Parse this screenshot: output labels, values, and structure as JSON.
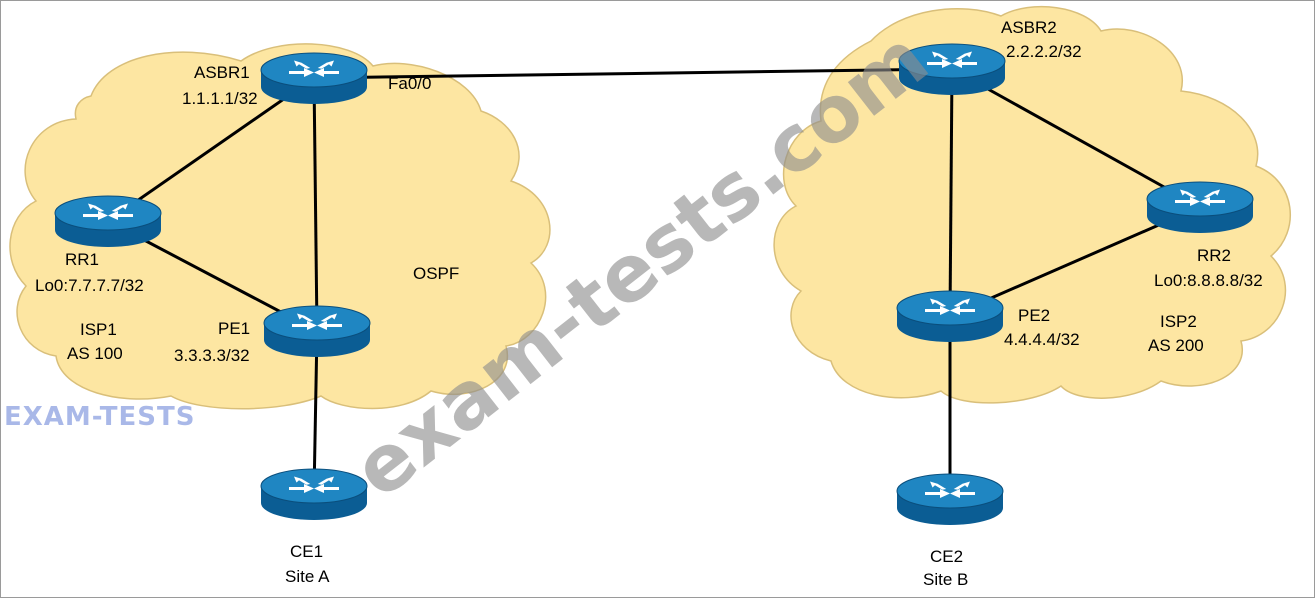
{
  "diagram": {
    "colors": {
      "cloud_fill": "#fde6a2",
      "cloud_stroke": "#d9bf7a",
      "router_top": "#1f86c2",
      "router_side": "#0b5d94",
      "link": "#000000"
    },
    "routers": [
      {
        "id": "asbr1",
        "name": "ASBR1",
        "address": "1.1.1.1/32"
      },
      {
        "id": "rr1",
        "name": "RR1",
        "address": "Lo0:7.7.7.7/32"
      },
      {
        "id": "pe1",
        "name": "PE1",
        "address": "3.3.3.3/32"
      },
      {
        "id": "ce1",
        "name": "CE1",
        "address": "Site A"
      },
      {
        "id": "asbr2",
        "name": "ASBR2",
        "address": "2.2.2.2/32"
      },
      {
        "id": "rr2",
        "name": "RR2",
        "address": "Lo0:8.8.8.8/32"
      },
      {
        "id": "pe2",
        "name": "PE2",
        "address": "4.4.4.4/32"
      },
      {
        "id": "ce2",
        "name": "CE2",
        "address": "Site B"
      }
    ],
    "links": [
      [
        "asbr1",
        "asbr2"
      ],
      [
        "asbr1",
        "rr1"
      ],
      [
        "asbr1",
        "pe1"
      ],
      [
        "rr1",
        "pe1"
      ],
      [
        "pe1",
        "ce1"
      ],
      [
        "asbr2",
        "pe2"
      ],
      [
        "asbr2",
        "rr2"
      ],
      [
        "rr2",
        "pe2"
      ],
      [
        "pe2",
        "ce2"
      ]
    ],
    "interface_label": "Fa0/0",
    "protocol_label": "OSPF",
    "isp1": {
      "name": "ISP1",
      "as": "AS 100"
    },
    "isp2": {
      "name": "ISP2",
      "as": "AS 200"
    },
    "watermark": {
      "url": "exam-tests.com",
      "logo": "EXAM-TESTS"
    }
  }
}
